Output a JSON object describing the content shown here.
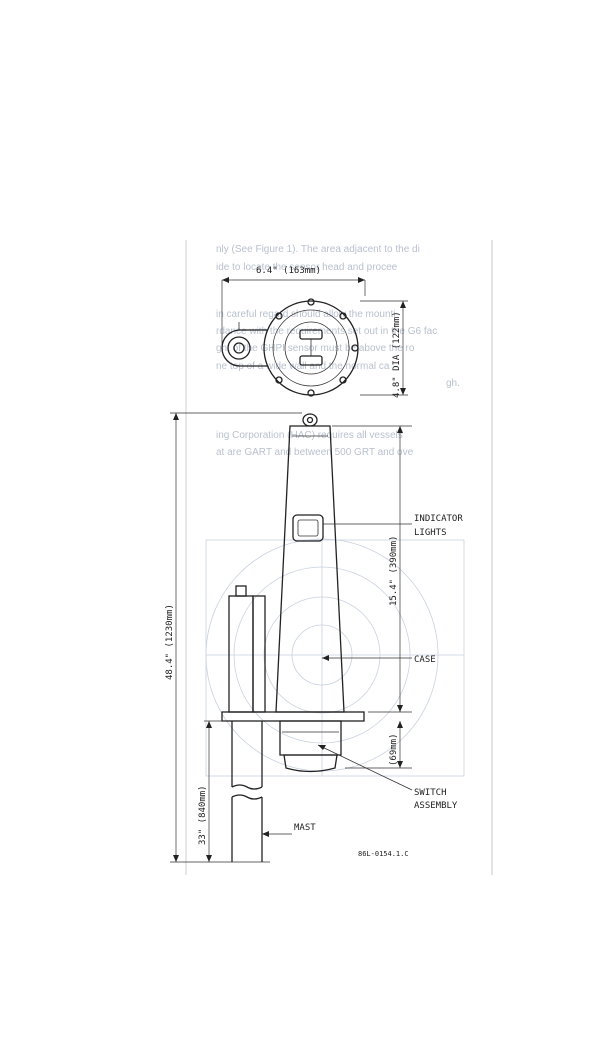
{
  "top_view": {
    "width_dim": "6.4\" (163mm)",
    "dia_dim": "4.8\" DIA (122mm)"
  },
  "side_view": {
    "overall_height_dim": "48.4\" (1230mm)",
    "case_height_dim": "15.4\" (390mm)",
    "base_height_dim": "(69mm)",
    "mast_length_dim": "33\" (840mm)"
  },
  "callouts": {
    "indicator_lights_1": "INDICATOR",
    "indicator_lights_2": "LIGHTS",
    "case": "CASE",
    "switch_assembly_1": "SWITCH",
    "switch_assembly_2": "ASSEMBLY",
    "mast": "MAST"
  },
  "figure_code": "86L-0154.1.C",
  "bleed_through_text": [
    "nly (See Figure 1). The area adjacent to the di",
    "ide to locate the sensor head and procee",
    "in careful regard should allow the mounti",
    "rdance with the requirements set out in the G6 fac",
    "ght of the GHPI sensor must be above the ro",
    "ne top of a wide wall and the normal ca",
    "gh.",
    "ing Corporation (HAC) requires all vessels",
    "at are GART and between 500 GRT and ove"
  ],
  "colors": {
    "line": "#222222",
    "bleed_through": "#b9c1cf"
  }
}
